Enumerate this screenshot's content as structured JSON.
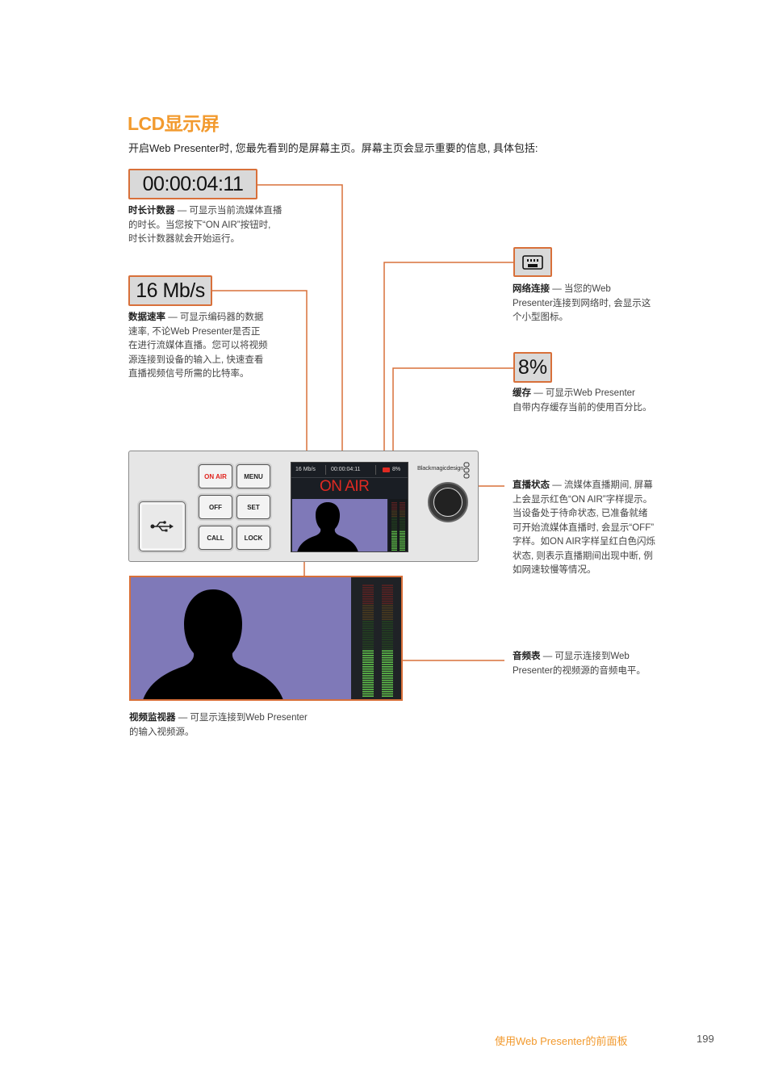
{
  "page": {
    "title": "LCD显示屏",
    "intro": "开启Web Presenter时, 您最先看到的是屏幕主页。屏幕主页会显示重要的信息, 具体包括:",
    "footer_title": "使用Web Presenter的前面板",
    "page_number": "199"
  },
  "callouts": {
    "timecode": {
      "box": "00:00:04:11",
      "term": "时长计数器",
      "desc1": " — 可显示当前流媒体直播",
      "desc2": "的时长。当您按下“ON AIR”按钮时,",
      "desc3": "时长计数器就会开始运行。"
    },
    "datarate": {
      "box": "16 Mb/s",
      "term": "数据速率",
      "desc1": " — 可显示编码器的数据",
      "desc2": "速率, 不论Web Presenter是否正",
      "desc3": "在进行流媒体直播。您可以将视频",
      "desc4": "源连接到设备的输入上, 快速查看",
      "desc5": "直播视频信号所需的比特率。"
    },
    "network": {
      "icon": "network-port-icon",
      "term": "网络连接",
      "desc1": " — 当您的Web",
      "desc2": "Presenter连接到网络时, 会显示这",
      "desc3": "个小型图标。"
    },
    "cache": {
      "box": "8%",
      "term": "缓存",
      "desc1": " — 可显示Web Presenter",
      "desc2": "自带内存缓存当前的使用百分比。"
    },
    "status": {
      "term": "直播状态",
      "desc1": " — 流媒体直播期间, 屏幕",
      "desc2": "上会显示红色“ON AIR”字样提示。",
      "desc3": "当设备处于待命状态, 已准备就绪",
      "desc4": "可开始流媒体直播时, 会显示“OFF”",
      "desc5": "字样。如ON AIR字样呈红白色闪烁",
      "desc6": "状态, 则表示直播期间出现中断, 例",
      "desc7": "如网速较慢等情况。"
    },
    "audio": {
      "term": "音频表",
      "desc1": " — 可显示连接到Web",
      "desc2": "Presenter的视频源的音频电平。"
    },
    "monitor": {
      "term": "视频监视器",
      "desc1": " — 可显示连接到Web Presenter",
      "desc2": "的输入视频源。"
    }
  },
  "device": {
    "buttons": [
      "ON AIR",
      "MENU",
      "OFF",
      "SET",
      "CALL",
      "LOCK"
    ],
    "lcd_rate": "16 Mb/s",
    "lcd_timecode": "00:00:04:11",
    "lcd_cache": "8%",
    "lcd_status": "ON AIR",
    "brand": "Blackmagicdesign",
    "usb_icon": "usb-icon"
  },
  "colors": {
    "accent": "#f29a2e",
    "callout_line": "#d8703a",
    "video_bg": "#7f79b8",
    "on_air_red": "#e02a22",
    "meter_green": "#5fbf4a"
  }
}
